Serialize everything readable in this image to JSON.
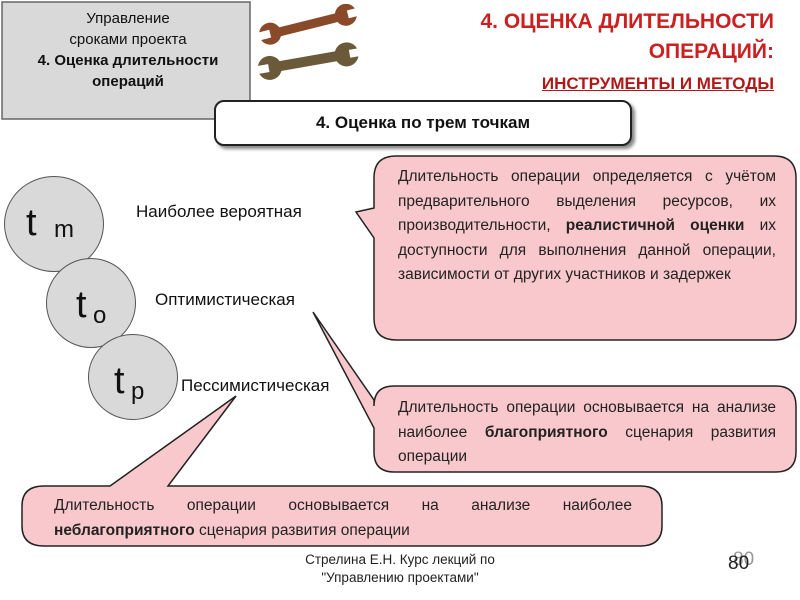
{
  "note": {
    "line1": "Управление",
    "line2": "сроками проекта",
    "line3": "4. Оценка длительности",
    "line4": "операций"
  },
  "title": {
    "line1": "4. ОЦЕНКА ДЛИТЕЛЬНОСТИ",
    "line2": "ОПЕРАЦИЙ:",
    "line3": "ИНСТРУМЕНТЫ И МЕТОДЫ"
  },
  "method": "4. Оценка по трем точкам",
  "estimates": [
    {
      "symbol": "t",
      "subscript": "m",
      "label": "Наиболее вероятная"
    },
    {
      "symbol": "t",
      "subscript": "o",
      "label": "Оптимистическая"
    },
    {
      "symbol": "t",
      "subscript": "p",
      "label": "Пессимистическая"
    }
  ],
  "callouts": {
    "likely": {
      "before": "Длительность операции определяется с учётом предварительного выделения ресурсов, их производительности, ",
      "bold": "реалистичной оценки",
      "after": " их доступности для выполнения данной операции, зависимости от других участников и задержек"
    },
    "optimistic": {
      "before": "Длительность операции основывается на анализе наиболее ",
      "bold": "благоприятного",
      "after": " сценария развития операции"
    },
    "pessimistic": {
      "before": "Длительность операции основывается на анализе наиболее ",
      "bold": "неблагоприятного",
      "after": " сценария развития операции"
    }
  },
  "footer": {
    "line1": "Стрелина Е.Н. Курс лекций по",
    "line2": "\"Управлению проектами\""
  },
  "page_number": "80",
  "colors": {
    "title_red": "#cc1f1f",
    "callout_fill": "#f8c8cc",
    "note_fill": "#d9d9d9",
    "circle_fill": "#d9d9d9"
  },
  "icons": [
    "wrench-icon",
    "wrench-icon"
  ]
}
